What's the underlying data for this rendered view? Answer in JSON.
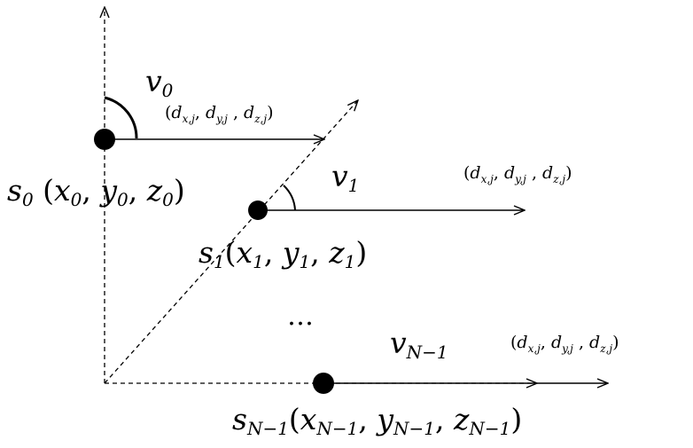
{
  "figure": {
    "direction": {
      "name": "d",
      "sub_x": "x,j",
      "sub_y": "y,j",
      "sub_z": "z,j"
    },
    "ellipsis": "…",
    "sensors": [
      {
        "velocity_symbol": "v",
        "velocity_subscript": "0",
        "position_symbol": "s",
        "position_subscript": "0",
        "coords": [
          {
            "sym": "x",
            "sub": "0"
          },
          {
            "sym": "y",
            "sub": "0"
          },
          {
            "sym": "z",
            "sub": "0"
          }
        ]
      },
      {
        "velocity_symbol": "v",
        "velocity_subscript": "1",
        "position_symbol": "s",
        "position_subscript": "1",
        "coords": [
          {
            "sym": "x",
            "sub": "1"
          },
          {
            "sym": "y",
            "sub": "1"
          },
          {
            "sym": "z",
            "sub": "1"
          }
        ]
      },
      {
        "velocity_symbol": "v",
        "velocity_subscript": "N−1",
        "position_symbol": "s",
        "position_subscript": "N−1",
        "coords": [
          {
            "sym": "x",
            "sub": "N−1"
          },
          {
            "sym": "y",
            "sub": "N−1"
          },
          {
            "sym": "z",
            "sub": "N−1"
          }
        ]
      }
    ]
  }
}
